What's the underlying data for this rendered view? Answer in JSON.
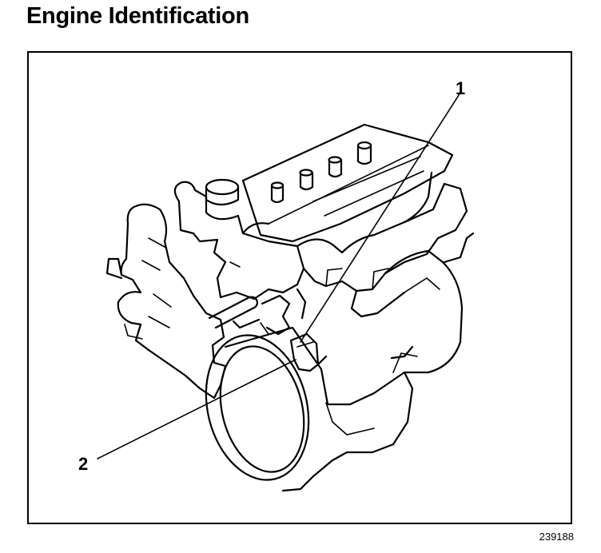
{
  "title": "Engine Identification",
  "callouts": {
    "one": "1",
    "two": "2"
  },
  "figure_id": "239188",
  "icons": {
    "engine": "engine-line-drawing"
  }
}
